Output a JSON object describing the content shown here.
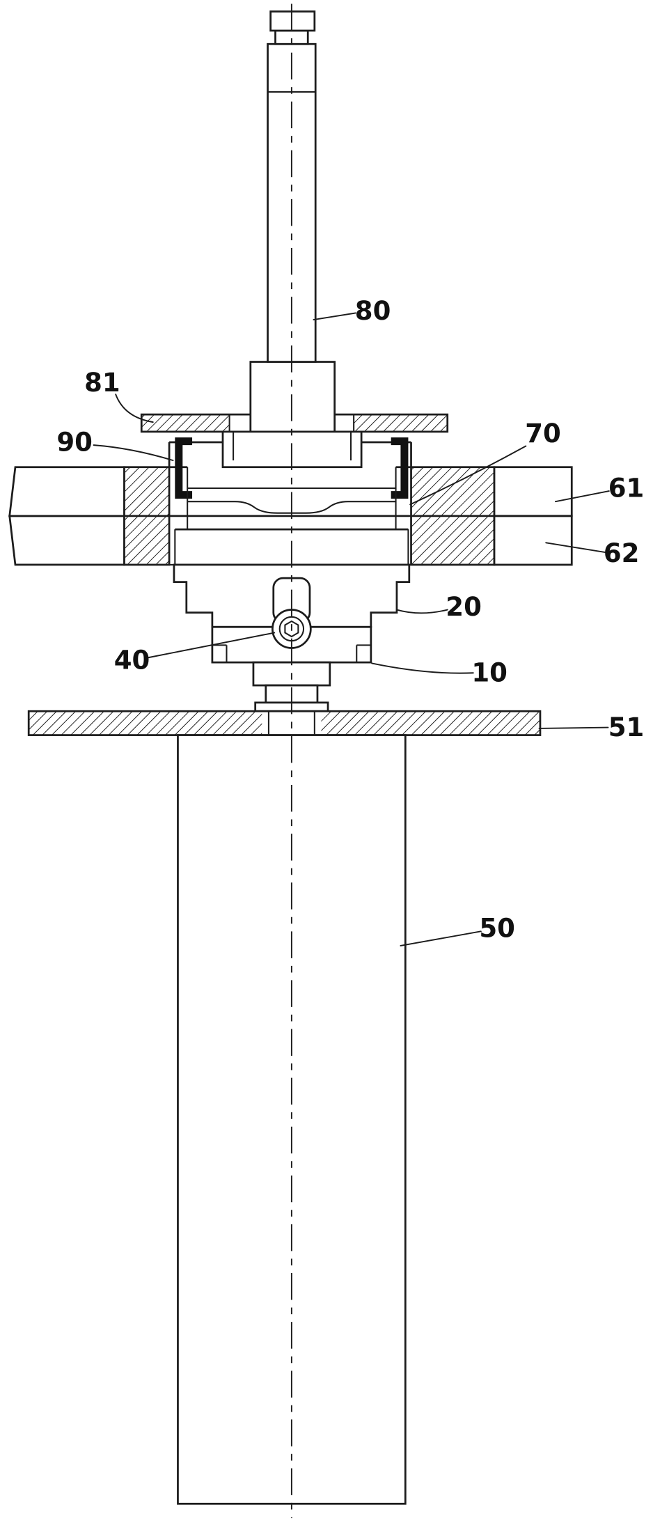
{
  "figure": {
    "type": "patent-style sectional assembly drawing",
    "colors": {
      "background": "#ffffff",
      "line": "#1c1c1c"
    },
    "labels": {
      "80": "80",
      "81": "81",
      "90": "90",
      "70": "70",
      "61": "61",
      "62": "62",
      "20": "20",
      "40": "40",
      "10": "10",
      "51": "51",
      "50": "50"
    }
  }
}
